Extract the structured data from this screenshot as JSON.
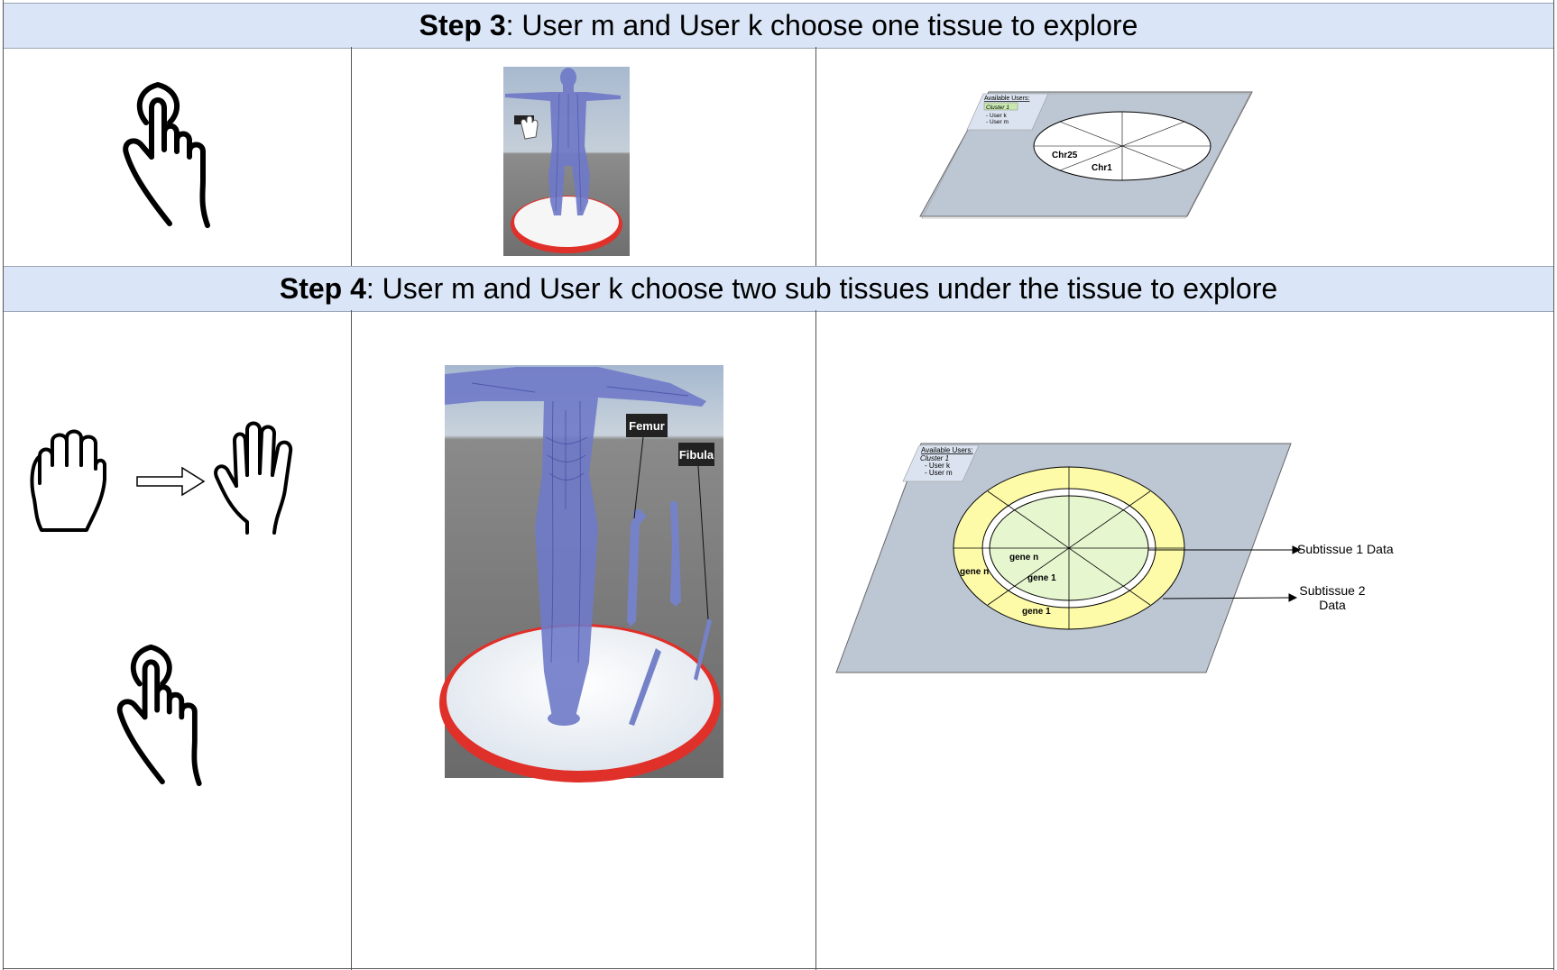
{
  "step3": {
    "label": "Step 3",
    "text": ": User m and User k choose one tissue to explore",
    "panel": {
      "users_title": "Available Users:",
      "cluster": "Cluster 1",
      "users": [
        "- User k",
        "- User m"
      ],
      "labels": [
        "Chr25",
        "Chr1"
      ]
    }
  },
  "step4": {
    "label": "Step 4",
    "text": ": User m and User k choose two sub tissues under the tissue to explore",
    "tissue_labels": [
      "Femur",
      "Fibula"
    ],
    "panel": {
      "users_title": "Available Users:",
      "cluster": "Cluster 1",
      "users": [
        "- User k",
        "- User m"
      ],
      "inner_labels": [
        "gene n",
        "gene 1"
      ],
      "outer_labels": [
        "gene n",
        "gene 1"
      ],
      "callout1": "Subtissue 1 Data",
      "callout2_line1": "Subtissue 2",
      "callout2_line2": "Data"
    }
  },
  "colors": {
    "header_bg": "#dae6f7",
    "platform": "#bdc7d3",
    "outer_ring": "#fdfaa8",
    "inner_disc": "#e6f7d0",
    "render_bg_sky": "#b9c8d8",
    "render_floor": "#7a7a7a",
    "base_red": "#e0302a",
    "body_blue": "#6f7ac8"
  },
  "icons": [
    "tap-hand-icon",
    "closed-fist-icon",
    "arrow-right-icon",
    "open-hand-icon"
  ]
}
